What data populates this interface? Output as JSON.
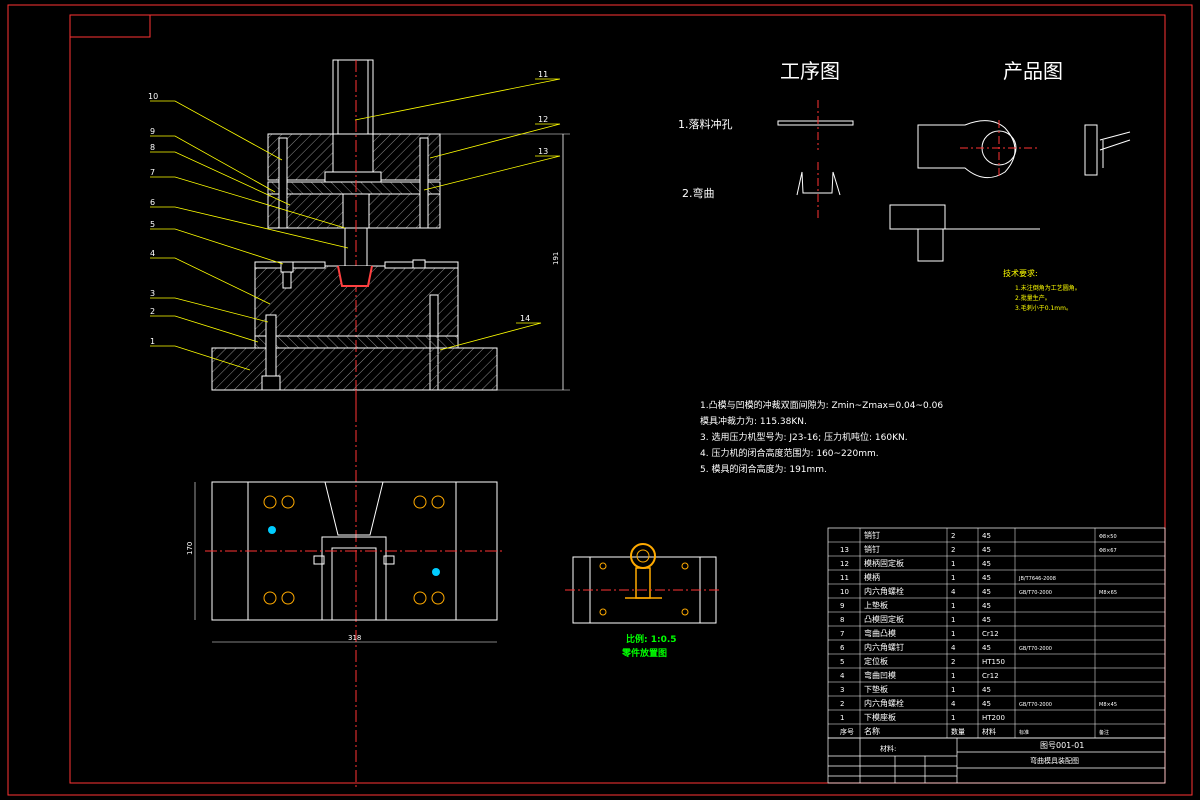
{
  "colors": {
    "background": "#000000",
    "border": "#ff3333",
    "outline": "#ffffff",
    "centerline": "#ff3333",
    "leader": "#ffff00",
    "dimension": "#00ffff",
    "hatch": "#aaaaaa",
    "part": "#ff4040",
    "bolt": "#ffaa00",
    "note_text": "#ffffff",
    "tech_req": "#ffff00",
    "scale_text": "#00ff00"
  },
  "part_labels": [
    "1",
    "2",
    "3",
    "4",
    "5",
    "6",
    "7",
    "8",
    "9",
    "10",
    "11",
    "12",
    "13",
    "14"
  ],
  "overall_height_dim": "191",
  "width_dim": "318",
  "plan_height_dim": "170",
  "process_title": "工序图",
  "product_title": "产品图",
  "process_steps": [
    "1.落料冲孔",
    "2.弯曲"
  ],
  "tech_requirements": {
    "title": "技术要求:",
    "items": [
      "1.未注倒角为工艺圆角。",
      "2.批量生产。",
      "3.毛刺小于0.1mm。"
    ]
  },
  "notes": [
    "1.凸模与凹模的冲裁双面间隙为:  Zmin~Zmax=0.04~0.06",
    "   模具冲裁力为: 115.38KN.",
    "3. 选用压力机型号为: J23-16;  压力机吨位: 160KN.",
    "4. 压力机的闭合高度范围为:    160~220mm.",
    "5. 模具的闭合高度为: 191mm."
  ],
  "layout_view": {
    "scale": "比例: 1:0.5",
    "caption": "零件放置图"
  },
  "bom": [
    {
      "no": "",
      "name": "销钉",
      "qty": "2",
      "material": "45",
      "std": "",
      "note": "Φ8×50"
    },
    {
      "no": "13",
      "name": "销钉",
      "qty": "2",
      "material": "45",
      "std": "",
      "note": "Φ8×67"
    },
    {
      "no": "12",
      "name": "模柄固定板",
      "qty": "1",
      "material": "45",
      "std": "",
      "note": ""
    },
    {
      "no": "11",
      "name": "模柄",
      "qty": "1",
      "material": "45",
      "std": "JB/T7646-2008",
      "note": ""
    },
    {
      "no": "10",
      "name": "内六角螺栓",
      "qty": "4",
      "material": "45",
      "std": "GB/T70-2000",
      "note": "M8×65"
    },
    {
      "no": "9",
      "name": "上垫板",
      "qty": "1",
      "material": "45",
      "std": "",
      "note": ""
    },
    {
      "no": "8",
      "name": "凸模固定板",
      "qty": "1",
      "material": "45",
      "std": "",
      "note": ""
    },
    {
      "no": "7",
      "name": "弯曲凸模",
      "qty": "1",
      "material": "Cr12",
      "std": "",
      "note": ""
    },
    {
      "no": "6",
      "name": "内六角螺钉",
      "qty": "4",
      "material": "45",
      "std": "GB/T70-2000",
      "note": ""
    },
    {
      "no": "5",
      "name": "定位板",
      "qty": "2",
      "material": "HT150",
      "std": "",
      "note": ""
    },
    {
      "no": "4",
      "name": "弯曲凹模",
      "qty": "1",
      "material": "Cr12",
      "std": "",
      "note": ""
    },
    {
      "no": "3",
      "name": "下垫板",
      "qty": "1",
      "material": "45",
      "std": "",
      "note": ""
    },
    {
      "no": "2",
      "name": "内六角螺栓",
      "qty": "4",
      "material": "45",
      "std": "GB/T70-2000",
      "note": "M8×45"
    },
    {
      "no": "1",
      "name": "下模座板",
      "qty": "1",
      "material": "HT200",
      "std": "",
      "note": ""
    }
  ],
  "bom_header": {
    "no": "序号",
    "name": "名称",
    "qty": "数量",
    "material": "材料",
    "std": "标准",
    "note": "备注"
  },
  "title_block": {
    "material_label": "材料:",
    "drawing_no": "图号001-01",
    "drawing_name": "弯曲模具装配图"
  }
}
